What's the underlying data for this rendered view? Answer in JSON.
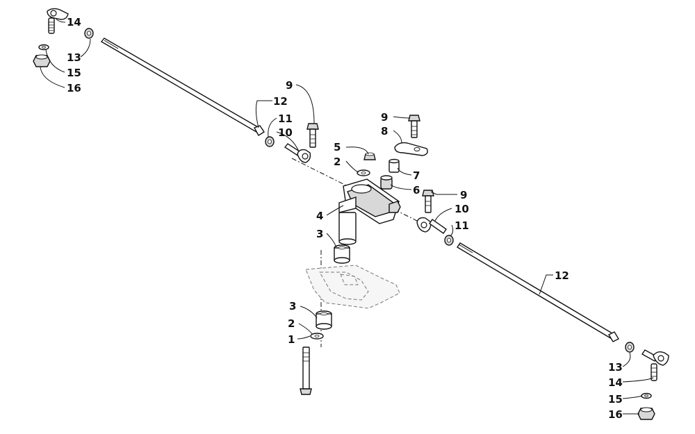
{
  "diagram": {
    "colors": {
      "ink": "#111111",
      "frame": "#777777",
      "background": "#ffffff"
    },
    "callouts": [
      {
        "id": "c14-left",
        "label": "14"
      },
      {
        "id": "c13-left",
        "label": "13"
      },
      {
        "id": "c15-left",
        "label": "15"
      },
      {
        "id": "c16-left",
        "label": "16"
      },
      {
        "id": "c9-left",
        "label": "9"
      },
      {
        "id": "c12-left",
        "label": "12"
      },
      {
        "id": "c11-left",
        "label": "11"
      },
      {
        "id": "c10-left",
        "label": "10"
      },
      {
        "id": "c9-top",
        "label": "9"
      },
      {
        "id": "c8",
        "label": "8"
      },
      {
        "id": "c5",
        "label": "5"
      },
      {
        "id": "c2-top",
        "label": "2"
      },
      {
        "id": "c7",
        "label": "7"
      },
      {
        "id": "c6",
        "label": "6"
      },
      {
        "id": "c9-right",
        "label": "9"
      },
      {
        "id": "c4",
        "label": "4"
      },
      {
        "id": "c10-right",
        "label": "10"
      },
      {
        "id": "c11-right",
        "label": "11"
      },
      {
        "id": "c3-top",
        "label": "3"
      },
      {
        "id": "c12-right",
        "label": "12"
      },
      {
        "id": "c3-bottom",
        "label": "3"
      },
      {
        "id": "c2-bottom",
        "label": "2"
      },
      {
        "id": "c1",
        "label": "1"
      },
      {
        "id": "c13-right",
        "label": "13"
      },
      {
        "id": "c14-right",
        "label": "14"
      },
      {
        "id": "c15-right",
        "label": "15"
      },
      {
        "id": "c16-right",
        "label": "16"
      }
    ]
  }
}
